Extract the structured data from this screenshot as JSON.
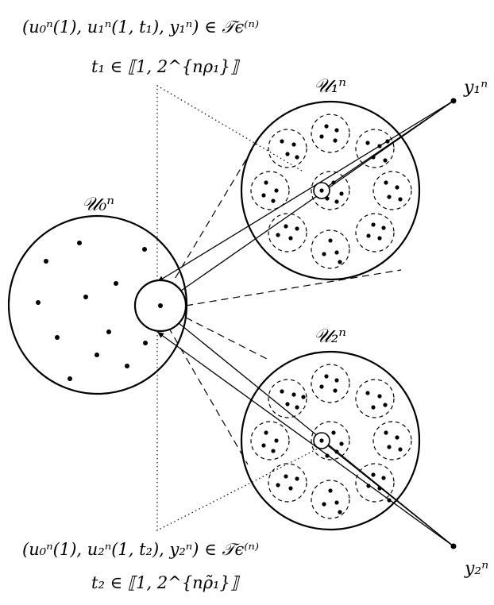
{
  "labels": {
    "top_condition": "(u₀ⁿ(1), u₁ⁿ(1, t₁), y₁ⁿ) ∈ 𝒯ϵ⁽ⁿ⁾",
    "top_range": "t₁ ∈ ⟦1, 2^{nρ₁}⟧",
    "bottom_condition": "(u₀ⁿ(1), u₂ⁿ(1, t₂), y₂ⁿ) ∈ 𝒯ϵ⁽ⁿ⁾",
    "bottom_range": "t₂ ∈ ⟦1, 2^{nρ̃₁}⟧",
    "set_u0": "𝒰₀ⁿ",
    "set_u1": "𝒰₁ⁿ",
    "set_u2": "𝒰₂ⁿ",
    "node_y1": "y₁ⁿ",
    "node_y2": "y₂ⁿ"
  },
  "colors": {
    "stroke": "#000000",
    "background": "#ffffff"
  }
}
